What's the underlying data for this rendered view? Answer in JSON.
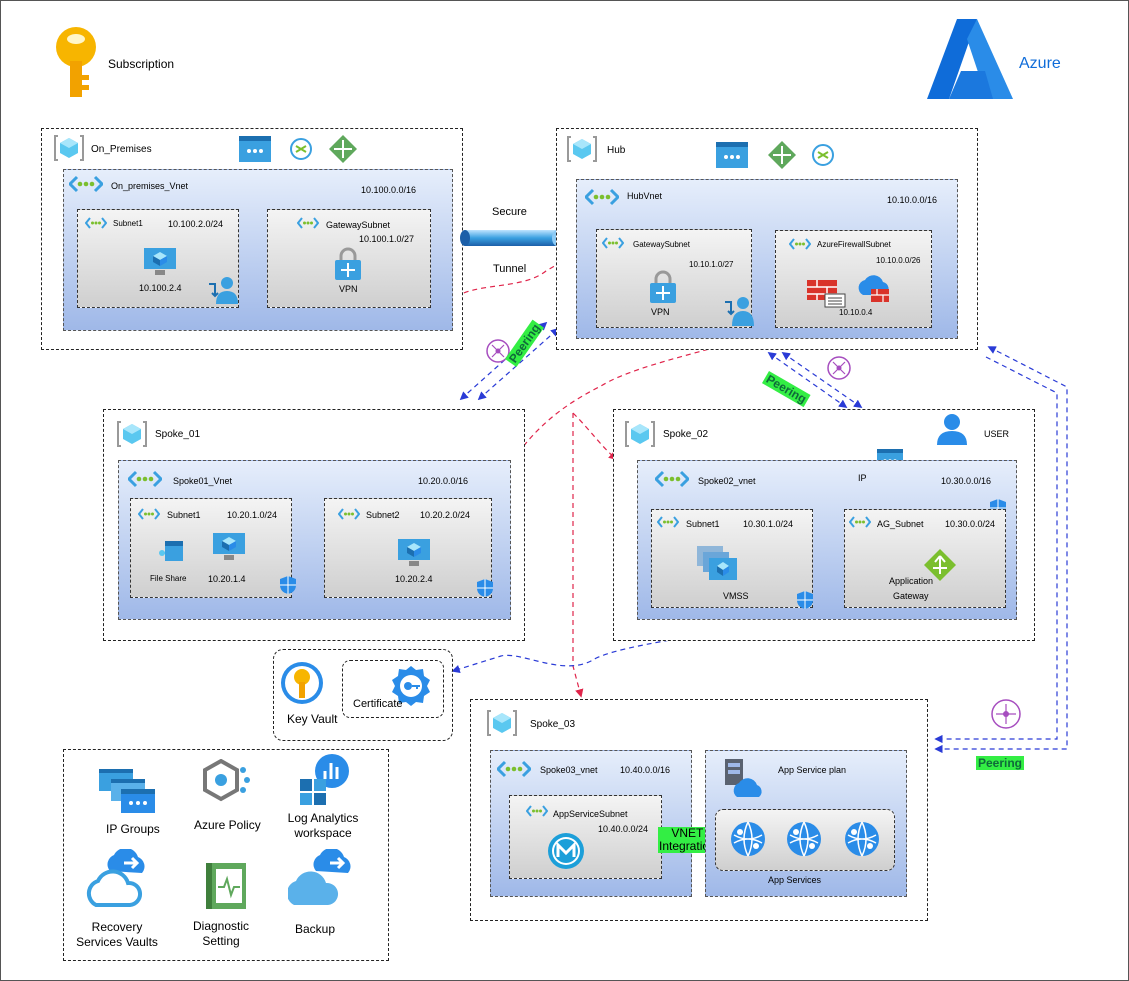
{
  "subscription": {
    "label": "Subscription",
    "icon": "key-icon"
  },
  "brand": {
    "label": "Azure",
    "icon": "azure-logo",
    "color": "#0f6cd9"
  },
  "on_premises": {
    "title": "On_Premises",
    "vnet": {
      "name": "On_premises_Vnet",
      "cidr": "10.100.0.0/16"
    },
    "subnet1": {
      "name": "Subnet1",
      "cidr": "10.100.2.0/24",
      "vm_ip": "10.100.2.4"
    },
    "gateway_subnet": {
      "name": "GatewaySubnet",
      "cidr": "10.100.1.0/27",
      "vpn": "VPN"
    }
  },
  "tunnel": {
    "line1": "Secure",
    "line2": "Tunnel"
  },
  "hub": {
    "title": "Hub",
    "vnet": {
      "name": "HubVnet",
      "cidr": "10.10.0.0/16"
    },
    "gateway_subnet": {
      "name": "GatewaySubnet",
      "cidr": "10.10.1.0/27",
      "vpn": "VPN"
    },
    "firewall_subnet": {
      "name": "AzureFirewallSubnet",
      "cidr": "10.10.0.0/26",
      "ip": "10.10.0.4"
    }
  },
  "peering_labels": [
    "Peering",
    "Peering",
    "Peering"
  ],
  "spoke01": {
    "title": "Spoke_01",
    "vnet": {
      "name": "Spoke01_Vnet",
      "cidr": "10.20.0.0/16"
    },
    "subnet1": {
      "name": "Subnet1",
      "cidr": "10.20.1.0/24",
      "file_share": "File Share",
      "vm_ip": "10.20.1.4"
    },
    "subnet2": {
      "name": "Subnet2",
      "cidr": "10.20.2.0/24",
      "vm_ip": "10.20.2.4"
    }
  },
  "spoke02": {
    "title": "Spoke_02",
    "user": "USER",
    "ip": "IP",
    "vnet": {
      "name": "Spoke02_vnet",
      "cidr": "10.30.0.0/16"
    },
    "subnet1": {
      "name": "Subnet1",
      "cidr": "10.30.1.0/24",
      "vmss": "VMSS"
    },
    "ag_subnet": {
      "name": "AG_Subnet",
      "cidr": "10.30.0.0/24",
      "app_gw_line1": "Application",
      "app_gw_line2": "Gateway"
    }
  },
  "keyvault": {
    "label": "Key Vault",
    "certificate": "Certificate"
  },
  "spoke03": {
    "title": "Spoke_03",
    "vnet": {
      "name": "Spoke03_vnet",
      "cidr": "10.40.0.0/16"
    },
    "app_subnet": {
      "name": "AppServiceSubnet",
      "cidr": "10.40.0.0/24"
    },
    "vnet_integration": {
      "line1": "VNET",
      "line2": "Integration"
    },
    "app_service_plan": "App Service plan",
    "app_services": "App Services"
  },
  "legend": {
    "ip_groups": "IP Groups",
    "azure_policy": "Azure Policy",
    "log_analytics_1": "Log Analytics",
    "log_analytics_2": "workspace",
    "recovery_1": "Recovery",
    "recovery_2": "Services Vaults",
    "diag_1": "Diagnostic",
    "diag_2": "Setting",
    "backup": "Backup"
  },
  "colors": {
    "red_flow": "#e0244a",
    "blue_flow": "#2a3bd6",
    "vnet_blue": "#9fb8e8"
  }
}
